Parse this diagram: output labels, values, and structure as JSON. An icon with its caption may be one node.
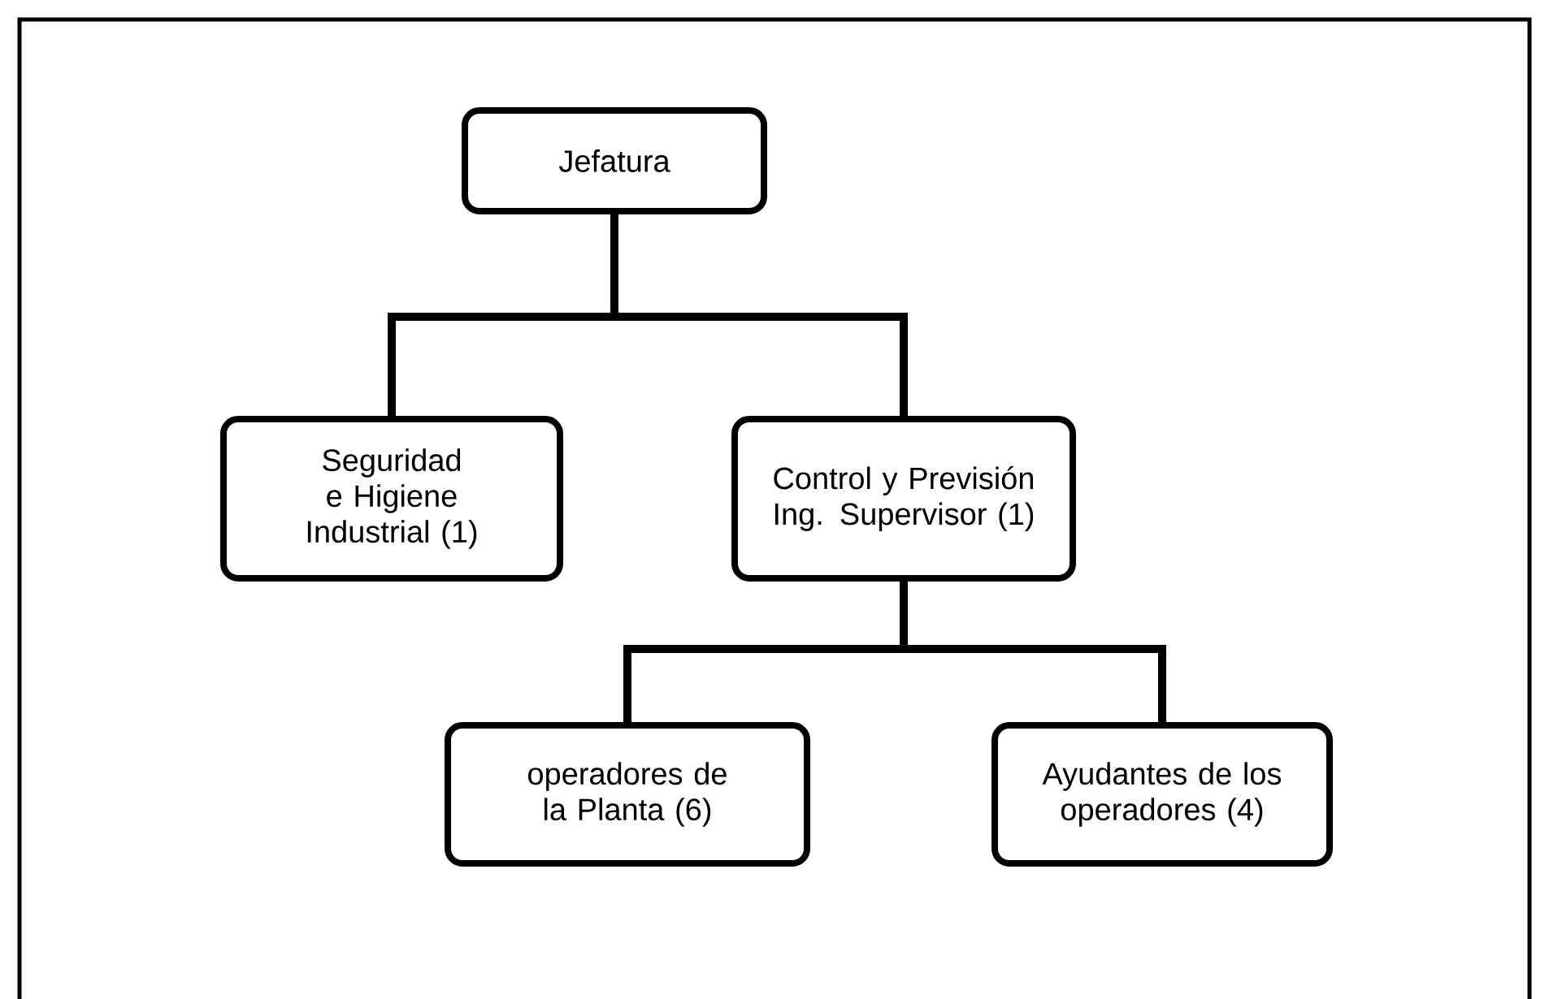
{
  "diagram": {
    "nodes": [
      {
        "text": [
          "Jefatura"
        ]
      },
      {
        "text": [
          "Seguridad e Higiene Industrial (1)"
        ]
      },
      {
        "text": [
          "Control y Previsión Ing. Supervisor (1)"
        ]
      },
      {
        "text": [
          "operadores de la Planta (6)"
        ]
      },
      {
        "text": [
          "Ayudantes de los operadores (4)"
        ]
      }
    ],
    "edges": [
      {
        "from": 0,
        "to": 1,
        "arrow": "none"
      },
      {
        "from": 0,
        "to": 2,
        "arrow": "none"
      },
      {
        "from": 2,
        "to": 3,
        "arrow": "none"
      },
      {
        "from": 2,
        "to": 4,
        "arrow": "none"
      }
    ]
  }
}
